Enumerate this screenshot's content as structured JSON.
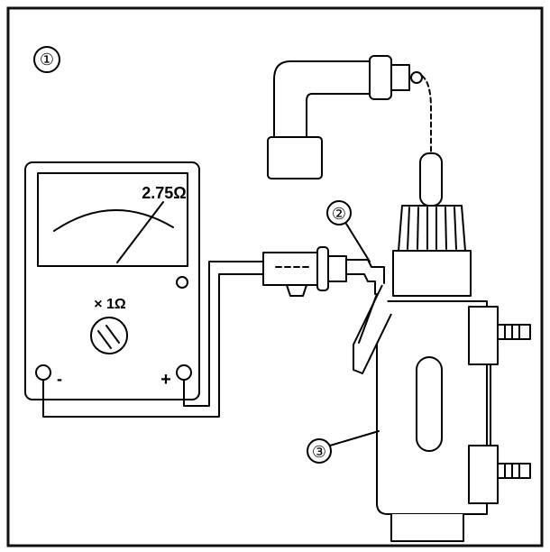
{
  "figure": {
    "figure_number": "①",
    "callouts": [
      {
        "id": "2",
        "text": "②"
      },
      {
        "id": "3",
        "text": "③"
      }
    ],
    "meter": {
      "reading": "2.75Ω",
      "range": "× 1Ω",
      "neg_terminal": "-",
      "pos_terminal": "+"
    }
  },
  "colors": {
    "ink": "#000000",
    "paper": "#ffffff",
    "frame": "#111111"
  }
}
